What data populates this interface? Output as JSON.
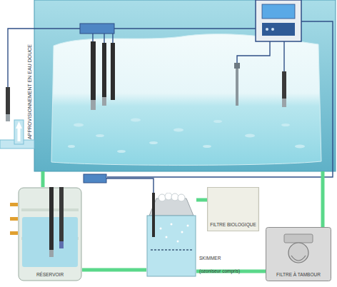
{
  "diagram": {
    "nodes": [
      {
        "text": [
          "RÉSERVOIR"
        ]
      },
      {
        "text": [
          "SKIMMER",
          "(ozoniseur compris)"
        ]
      },
      {
        "text": [
          "FILTRE BIOLOGIQUE"
        ]
      },
      {
        "text": [
          "FILTRE À TAMBOUR"
        ]
      }
    ],
    "edges": [
      {
        "from": 0,
        "to": 1,
        "arrow": "none"
      },
      {
        "from": 1,
        "to": 2,
        "arrow": "none"
      },
      {
        "from": 3,
        "to": 1,
        "arrow": "none"
      }
    ],
    "labels": [
      "APPROVISIONNEMENT EN EAU DOUCE"
    ]
  }
}
